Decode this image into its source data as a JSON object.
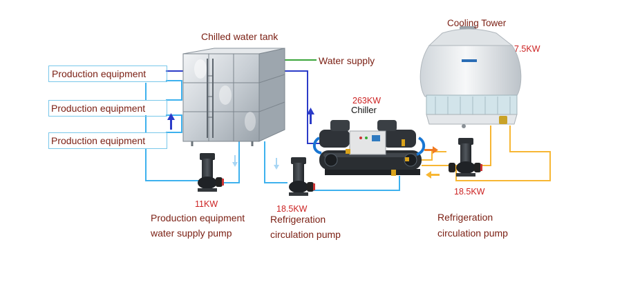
{
  "diagram": {
    "tank": {
      "title": "Chilled water tank"
    },
    "water_supply": "Water supply",
    "cooling_tower": {
      "title": "Cooling Tower",
      "power": "7.5KW"
    },
    "chiller": {
      "power": "263KW",
      "name": "Chiller"
    },
    "production_equipment": [
      "Production equipment",
      "Production equipment",
      "Production equipment"
    ],
    "pumps": [
      {
        "power": "11KW",
        "line1": "Production equipment",
        "line2": "water supply pump"
      },
      {
        "power": "18.5KW",
        "line1": "Refrigeration",
        "line2": "circulation pump"
      },
      {
        "power": "18.5KW",
        "line1": "Refrigeration",
        "line2": "circulation pump"
      }
    ],
    "colors": {
      "chilled_line": "#3db1ee",
      "supply_line": "#2b3bc8",
      "water_supply_line": "#3aa53a",
      "hot_line": "#f7b633",
      "hot_arrow": "#f07a22",
      "label_text": "#7a1e12",
      "power_text": "#cc2222"
    }
  }
}
